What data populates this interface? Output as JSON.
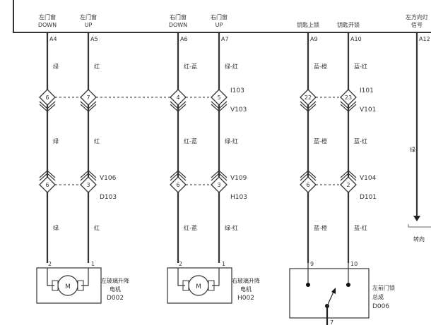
{
  "module_signals": [
    {
      "line1": "左门窗",
      "line2": "DOWN",
      "pin": "A4",
      "wire_top": "绿",
      "wire_mid": "绿",
      "wire_bot": "绿"
    },
    {
      "line1": "左门窗",
      "line2": "UP",
      "pin": "A5",
      "wire_top": "红",
      "wire_mid": "红",
      "wire_bot": "红"
    },
    {
      "line1": "右门窗",
      "line2": "DOWN",
      "pin": "A6",
      "wire_top": "红-蓝",
      "wire_mid": "红-蓝",
      "wire_bot": "红-蓝"
    },
    {
      "line1": "右门窗",
      "line2": "UP",
      "pin": "A7",
      "wire_top": "绿-红",
      "wire_mid": "绿-红",
      "wire_bot": "绿-红"
    },
    {
      "line1": "钥匙上锁",
      "line2": "",
      "pin": "A9",
      "wire_top": "蓝-橙",
      "wire_mid": "蓝-橙",
      "wire_bot": "蓝-橙"
    },
    {
      "line1": "钥匙开锁",
      "line2": "",
      "pin": "A10",
      "wire_top": "蓝-红",
      "wire_mid": "蓝-红",
      "wire_bot": "蓝-红"
    },
    {
      "line1": "左方向灯",
      "line2": "信号",
      "pin": "A12",
      "wire_top": "",
      "wire_mid": "绿-",
      "wire_bot": ""
    }
  ],
  "connectors_top": [
    {
      "pins": [
        "6",
        "7"
      ],
      "ids": []
    },
    {
      "pins": [
        "4",
        "5"
      ],
      "ids": [
        "I103",
        "V103"
      ]
    },
    {
      "pins": [
        "22",
        "23"
      ],
      "ids": [
        "I101",
        "V101"
      ]
    }
  ],
  "connectors_bottom": [
    {
      "pins": [
        "6",
        "3"
      ],
      "ids": [
        "V106",
        "D103"
      ]
    },
    {
      "pins": [
        "6",
        "3"
      ],
      "ids": [
        "V109",
        "H103"
      ]
    },
    {
      "pins": [
        "6",
        "2"
      ],
      "ids": [
        "V104",
        "D101"
      ]
    }
  ],
  "components": [
    {
      "type": "motor",
      "symbol": "M",
      "pins": [
        "2",
        "1"
      ],
      "name1": "左玻璃升降",
      "name2": "电机",
      "code": "D002"
    },
    {
      "type": "motor",
      "symbol": "M",
      "pins": [
        "2",
        "1"
      ],
      "name1": "右玻璃升降",
      "name2": "电机",
      "code": "H002"
    },
    {
      "type": "lock",
      "pins": [
        "9",
        "10",
        "7"
      ],
      "name1": "左前门锁",
      "name2": "总成",
      "code": "D006"
    }
  ],
  "right_edge_label": "转向"
}
